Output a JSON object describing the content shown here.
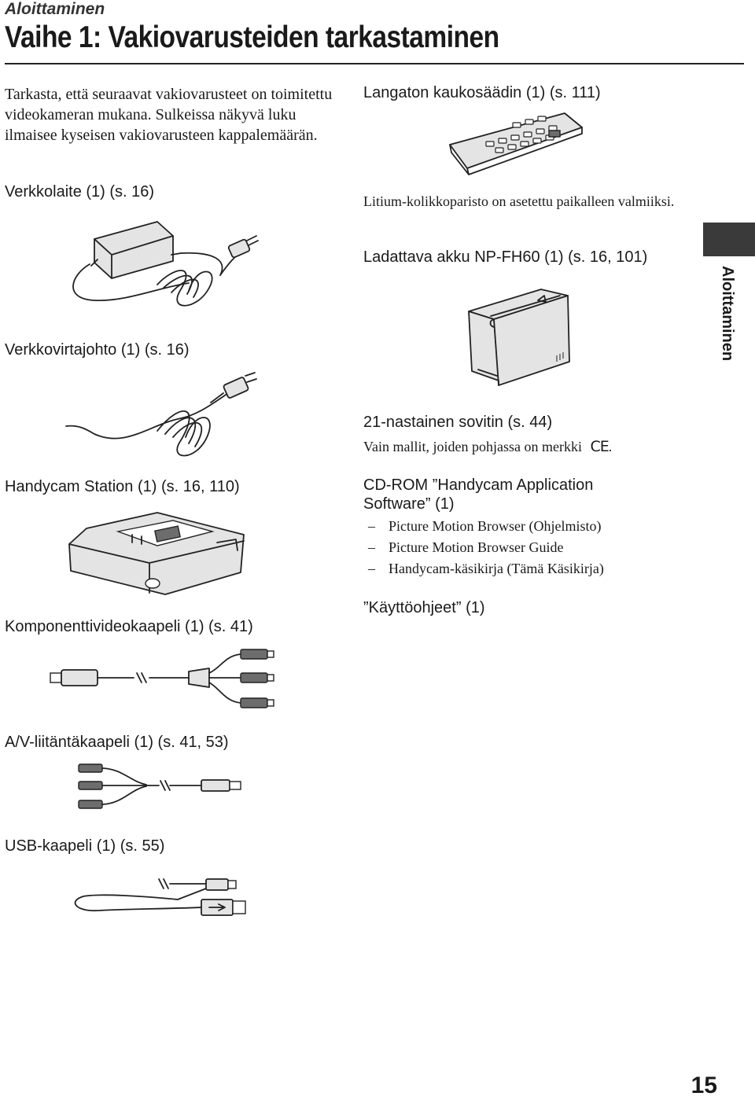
{
  "header": {
    "section": "Aloittaminen",
    "title": "Vaihe 1: Vakiovarusteiden tarkastaminen"
  },
  "intro": "Tarkasta, että seuraavat vakiovarusteet on toimitettu videokameran mukana. Sulkeissa näkyvä luku ilmaisee kyseisen vakiovarusteen kappalemäärän.",
  "left_items": {
    "ac_adapter": "Verkkolaite (1) (s. 16)",
    "power_cord": "Verkkovirtajohto (1) (s. 16)",
    "handycam_station": "Handycam Station (1) (s. 16, 110)",
    "component_cable": "Komponenttivideokaapeli (1) (s. 41)",
    "av_cable": "A/V-liitäntäkaapeli (1) (s. 41, 53)",
    "usb_cable": "USB-kaapeli (1) (s. 55)"
  },
  "right_items": {
    "remote": "Langaton kaukosäädin (1) (s. 111)",
    "remote_note": "Litium-kolikkoparisto on asetettu paikalleen valmiiksi.",
    "battery": "Ladattava akku NP-FH60 (1) (s. 16, 101)",
    "adaptor21": "21-nastainen sovitin (s. 44)",
    "adaptor21_note": "Vain mallit, joiden pohjassa on merkki",
    "ce_mark": "CE",
    "cdrom_title": "CD-ROM ”Handycam Application Software” (1)",
    "cdrom_list": [
      "Picture Motion Browser (Ohjelmisto)",
      "Picture Motion Browser Guide",
      "Handycam-käsikirja (Tämä Käsikirja)"
    ],
    "manual": "”Käyttöohjeet” (1)"
  },
  "side_tab": "Aloittaminen",
  "page_number": "15",
  "icons": {
    "ac_adapter": "ac-adapter-icon",
    "power_cord": "power-cord-icon",
    "remote": "remote-control-icon",
    "battery": "battery-icon",
    "station": "docking-station-icon",
    "component": "component-cable-icon",
    "av": "av-cable-icon",
    "usb": "usb-cable-icon"
  }
}
